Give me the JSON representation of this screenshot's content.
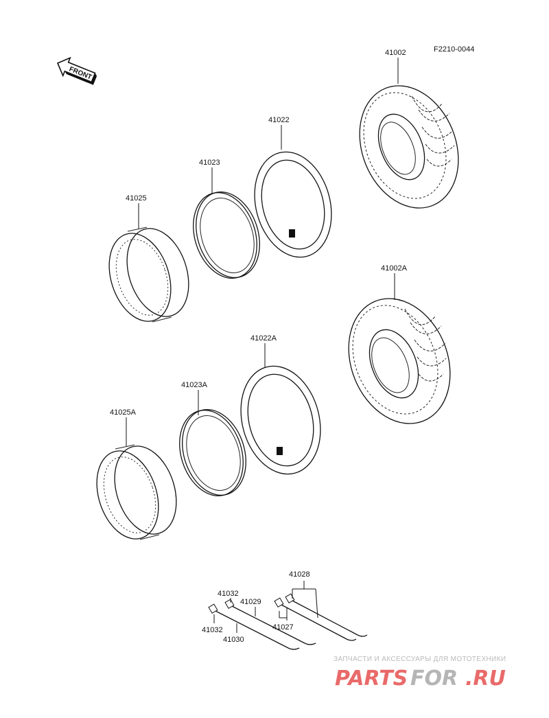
{
  "diagram": {
    "code": "F2210-0044",
    "front_arrow": "FRONT",
    "parts": [
      {
        "id": "41002",
        "label": "41002"
      },
      {
        "id": "41022",
        "label": "41022"
      },
      {
        "id": "41023",
        "label": "41023"
      },
      {
        "id": "41025",
        "label": "41025"
      },
      {
        "id": "41002A",
        "label": "41002A"
      },
      {
        "id": "41022A",
        "label": "41022A"
      },
      {
        "id": "41023A",
        "label": "41023A"
      },
      {
        "id": "41025A",
        "label": "41025A"
      },
      {
        "id": "41028",
        "label": "41028"
      },
      {
        "id": "41032a",
        "label": "41032"
      },
      {
        "id": "41029",
        "label": "41029"
      },
      {
        "id": "41027",
        "label": "41027"
      },
      {
        "id": "41032b",
        "label": "41032"
      },
      {
        "id": "41030",
        "label": "41030"
      }
    ]
  },
  "watermark": {
    "tagline": "ЗАПЧАСТИ И АКСЕССУАРЫ ДЛЯ МОТОТЕХНИКИ",
    "brand_a": "PARTS",
    "brand_b": "FOR",
    "brand_c": ".RU",
    "color_red": "#e96a6a",
    "color_gray": "#b5b5b5"
  }
}
